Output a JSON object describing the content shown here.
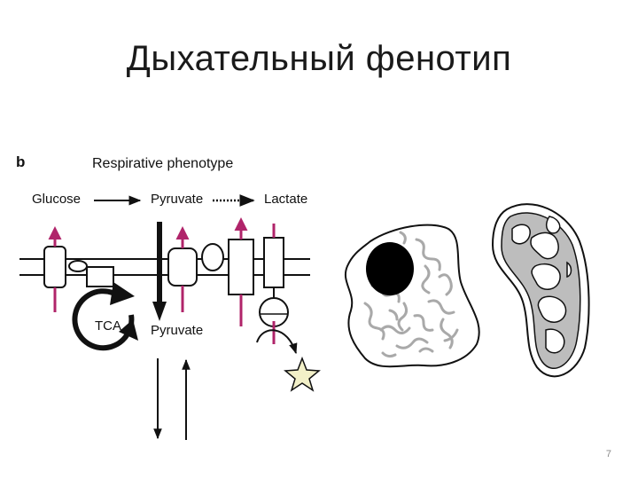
{
  "slide": {
    "title": "Дыхательный фенотип",
    "page_number": "7"
  },
  "diagram": {
    "panel_label": "b",
    "heading": "Respirative phenotype",
    "glucose": "Glucose",
    "pyruvate_top": "Pyruvate",
    "lactate": "Lactate",
    "tca": "TCA",
    "pyruvate_bottom": "Pyruvate"
  },
  "colors": {
    "transport_arrow": "#b0246a",
    "cytoplasm_squiggle": "#a9a9a9",
    "nucleus": "#000000",
    "mito_matrix": "#bdbdbd",
    "star_fill": "#f2f0c8"
  }
}
